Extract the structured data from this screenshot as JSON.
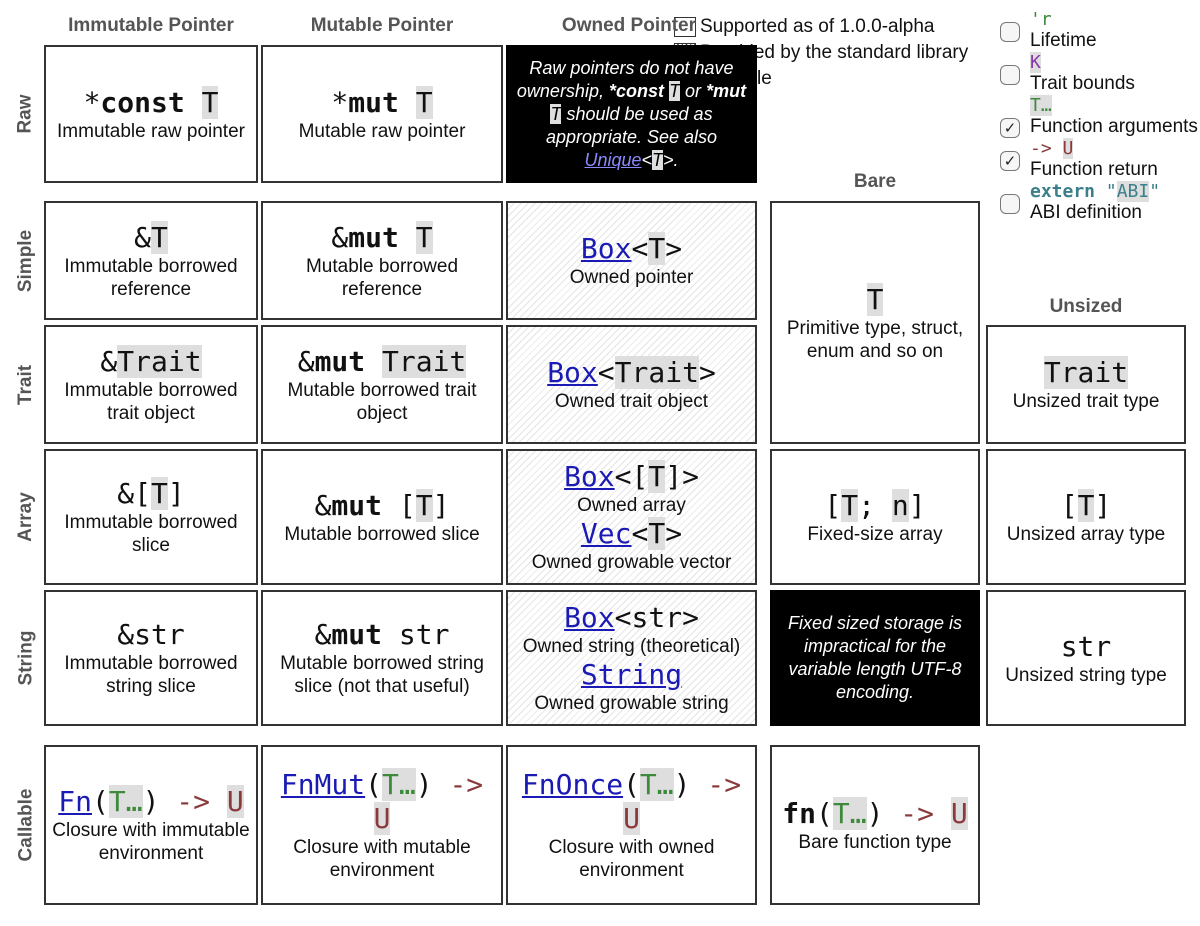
{
  "columns": {
    "immutable": "Immutable Pointer",
    "mutable": "Mutable Pointer",
    "owned": "Owned Pointer",
    "bare": "Bare",
    "unsized": "Unsized"
  },
  "rows": {
    "raw": "Raw",
    "simple": "Simple",
    "trait": "Trait",
    "array": "Array",
    "string": "String",
    "callable": "Callable"
  },
  "notes": {
    "supported": "Supported as of 1.0.0-alpha",
    "library": "Provided by the standard library",
    "possible": "Possible"
  },
  "legend": {
    "lifetime_code": "'r",
    "lifetime": "Lifetime",
    "bounds_code": "K",
    "bounds": "Trait bounds",
    "args_code": "T…",
    "args": "Function arguments",
    "return_arrow": "->",
    "return_code": "U",
    "return": "Function return",
    "abi_kw": "extern",
    "abi_quote": "\"",
    "abi_code": "ABI",
    "abi": "ABI definition"
  },
  "cells": {
    "raw_imm_desc": "Immutable raw pointer",
    "raw_mut_desc": "Mutable raw pointer",
    "raw_owned_note_1": "Raw pointers do not have ownership,",
    "raw_owned_note_2": "or",
    "raw_owned_note_3": "should be used as appropriate. See also",
    "raw_owned_link": "Unique",
    "simple_imm_desc": "Immutable borrowed reference",
    "simple_mut_desc": "Mutable borrowed reference",
    "simple_owned_desc": "Owned pointer",
    "bare_desc": "Primitive type, struct, enum and so on",
    "trait_imm_desc": "Immutable borrowed trait object",
    "trait_mut_desc": "Mutable borrowed trait object",
    "trait_owned_desc": "Owned trait object",
    "trait_unsized_desc": "Unsized trait type",
    "array_imm_desc": "Immutable borrowed slice",
    "array_mut_desc": "Mutable borrowed slice",
    "array_owned_box_desc": "Owned array",
    "array_owned_vec_desc": "Owned growable vector",
    "array_bare_desc": "Fixed-size array",
    "array_unsized_desc": "Unsized array type",
    "string_imm_desc": "Immutable borrowed string slice",
    "string_mut_desc": "Mutable borrowed string slice (not that useful)",
    "string_owned_box_desc": "Owned string (theoretical)",
    "string_owned_string_desc": "Owned growable string",
    "string_bare_note": "Fixed sized storage is impractical for the variable length UTF-8 encoding.",
    "string_unsized_desc": "Unsized string type",
    "callable_imm_desc": "Closure with immutable environment",
    "callable_mut_desc": "Closure with mutable environment",
    "callable_owned_desc": "Closure with owned environment",
    "callable_bare_desc": "Bare function type"
  },
  "code": {
    "star": "*",
    "amp": "&",
    "const": "const",
    "mut": "mut",
    "T": "T",
    "Trait": "Trait",
    "str": "str",
    "Box": "Box",
    "Vec": "Vec",
    "String": "String",
    "Fn": "Fn",
    "FnMut": "FnMut",
    "FnOnce": "FnOnce",
    "fn": "fn",
    "U": "U",
    "args": "T…",
    "arrow": "->",
    "lt": "<",
    "gt": ">",
    "lbr": "[",
    "rbr": "]",
    "lpar": "(",
    "rpar": ")",
    "semi": ";",
    "n": "n",
    "period": "."
  }
}
